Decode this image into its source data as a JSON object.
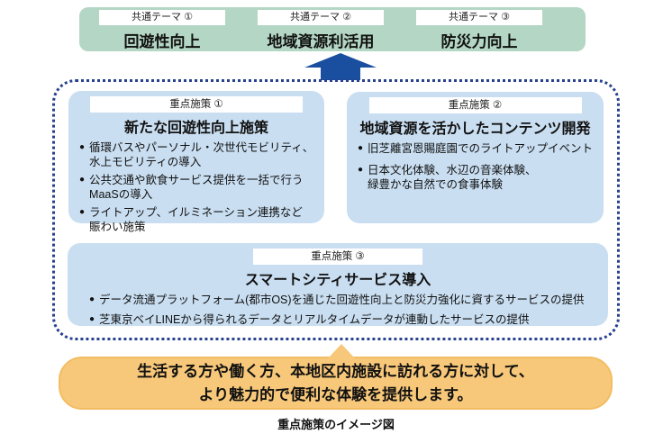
{
  "colors": {
    "banner-green": "#b4d6c4",
    "box-blue": "#c9def1",
    "dotted-navy": "#27418e",
    "arrow-blue": "#1a4fa0",
    "callout-orange": "#f8c87a",
    "callout-border": "#f2bd62",
    "text-dark": "#111111"
  },
  "bullet_glyph": "●",
  "banner": {
    "items": [
      {
        "tag": "共通テーマ ①",
        "title": "回遊性向上"
      },
      {
        "tag": "共通テーマ ②",
        "title": "地域資源利活用"
      },
      {
        "tag": "共通テーマ ③",
        "title": "防災力向上"
      }
    ]
  },
  "measures": [
    {
      "tag": "重点施策 ①",
      "title": "新たな回遊性向上施策",
      "bullets": [
        "循環バスやパーソナル・次世代モビリティ、\n水上モビリティの導入",
        "公共交通や飲食サービス提供を一括で行う\nMaaSの導入",
        "ライトアップ、イルミネーション連携など\n賑わい施策"
      ]
    },
    {
      "tag": "重点施策 ②",
      "title": "地域資源を活かしたコンテンツ開発",
      "bullets": [
        "旧芝離宮恩賜庭園でのライトアップイベント",
        "日本文化体験、水辺の音楽体験、\n緑豊かな自然での食事体験"
      ]
    },
    {
      "tag": "重点施策 ③",
      "title": "スマートシティサービス導入",
      "bullets": [
        "データ流通プラットフォーム(都市OS)を通じた回遊性向上と防災力強化に資するサービスの提供",
        "芝東京ベイLINEから得られるデータとリアルタイムデータが連動したサービスの提供"
      ]
    }
  ],
  "callout": {
    "line1": "生活する方や働く方、本地区内施設に訪れる方に対して、",
    "line2": "より魅力的で便利な体験を提供します。"
  },
  "caption": "重点施策のイメージ図"
}
